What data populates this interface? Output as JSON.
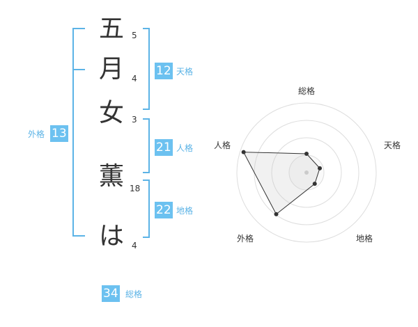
{
  "name_chars": [
    {
      "char": "五",
      "strokes": "5"
    },
    {
      "char": "月",
      "strokes": "4"
    },
    {
      "char": "女",
      "strokes": "3"
    },
    {
      "char": "薫",
      "strokes": "18"
    },
    {
      "char": "は",
      "strokes": "4"
    }
  ],
  "scores": {
    "tenkaku": {
      "value": "12",
      "label": "天格"
    },
    "jinkaku": {
      "value": "21",
      "label": "人格"
    },
    "chikaku": {
      "value": "22",
      "label": "地格"
    },
    "gaikaku": {
      "value": "13",
      "label": "外格"
    },
    "soukaku": {
      "value": "34",
      "label": "総格"
    }
  },
  "colors": {
    "accent": "#6cc1f0",
    "bracket": "#5bb3e6",
    "text": "#333333"
  },
  "chart_data": {
    "type": "radar",
    "axes": [
      "総格",
      "天格",
      "地格",
      "外格",
      "人格"
    ],
    "values": [
      0.27,
      0.2,
      0.2,
      0.74,
      0.95
    ],
    "rings": 4,
    "range": [
      0,
      1
    ]
  }
}
